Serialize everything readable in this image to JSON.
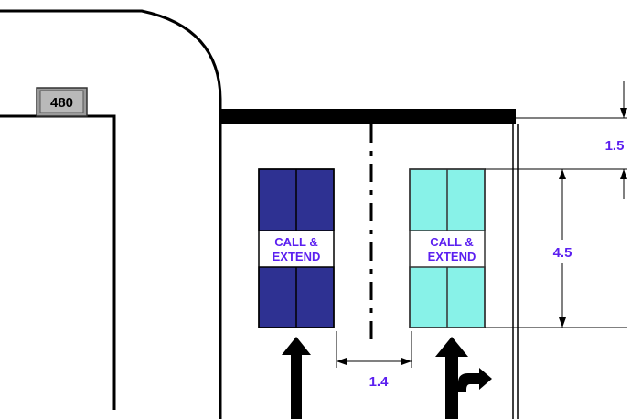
{
  "route_sign": {
    "label": "480"
  },
  "detectors": [
    {
      "line1": "CALL &",
      "line2": "EXTEND",
      "fill": "#2e3192",
      "divider": "#000000",
      "text_color": "#5b1ff0"
    },
    {
      "line1": "CALL &",
      "line2": "EXTEND",
      "fill": "#88f2e8",
      "divider": "#333333",
      "text_color": "#5b1ff0"
    }
  ],
  "dimensions": {
    "setback": "1.5",
    "detector_length": "4.5",
    "lane_offset": "1.4"
  },
  "colors": {
    "dimension_text": "#5b1ff0",
    "road_line": "#000000",
    "stop_bar": "#000000"
  }
}
